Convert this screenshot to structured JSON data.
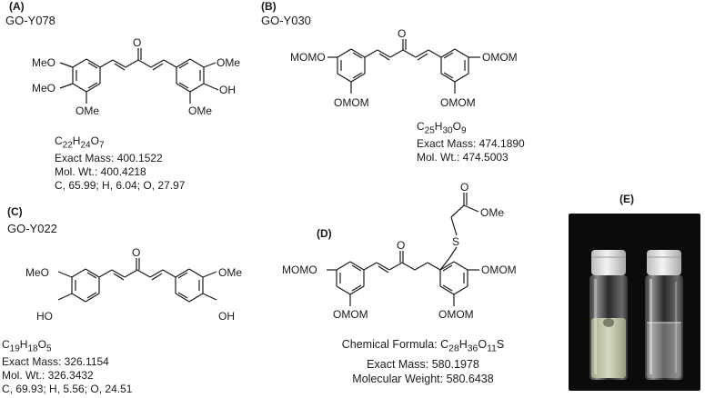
{
  "panel_a": {
    "label": "(A)",
    "compound": "GO-Y078",
    "substituents": {
      "ome_top_left": "MeO",
      "ome_mid_left": "MeO",
      "ome_bottom_left": "OMe",
      "ome_top_right": "OMe",
      "oh_right": "OH",
      "ome_bottom_right": "OMe",
      "carbonyl": "O"
    },
    "formula": {
      "prefix": "C",
      "c": "22",
      "h_sym": "H",
      "h": "24",
      "o_sym": "O",
      "o": "7"
    },
    "exact_mass": "Exact Mass: 400.1522",
    "mol_wt": "Mol. Wt.: 400.4218",
    "elemental": "C, 65.99; H, 6.04; O, 27.97"
  },
  "panel_b": {
    "label": "(B)",
    "compound": "GO-Y030",
    "substituents": {
      "momo_left": "MOMO",
      "omom_bottom_left": "OMOM",
      "omom_right": "OMOM",
      "omom_bottom_right": "OMOM",
      "carbonyl": "O"
    },
    "formula": {
      "prefix": "C",
      "c": "25",
      "h_sym": "H",
      "h": "30",
      "o_sym": "O",
      "o": "9"
    },
    "exact_mass": "Exact Mass: 474.1890",
    "mol_wt": "Mol. Wt.: 474.5003"
  },
  "panel_c": {
    "label": "(C)",
    "compound": "GO-Y022",
    "substituents": {
      "meo_left": "MeO",
      "ho_left": "HO",
      "ome_right": "OMe",
      "oh_right": "OH",
      "carbonyl": "O"
    },
    "formula": {
      "prefix": "C",
      "c": "19",
      "h_sym": "H",
      "h": "18",
      "o_sym": "O",
      "o": "5"
    },
    "exact_mass": "Exact Mass: 326.1154",
    "mol_wt": "Mol. Wt.: 326.3432",
    "elemental": "C, 69.93; H, 5.56; O, 24.51"
  },
  "panel_d": {
    "label": "(D)",
    "substituents": {
      "momo_left": "MOMO",
      "omom_bottom_left": "OMOM",
      "omom_right": "OMOM",
      "omom_bottom_right": "OMOM",
      "carbonyl": "O",
      "ester_o": "O",
      "ome": "OMe",
      "sulfur": "S"
    },
    "formula_label": "Chemical Formula: ",
    "formula": {
      "prefix": "C",
      "c": "28",
      "h_sym": "H",
      "h": "36",
      "o_sym": "O",
      "o": "11",
      "suffix": "S"
    },
    "exact_mass": "Exact Mass: 580.1978",
    "mol_wt": "Molecular Weight: 580.6438"
  },
  "panel_e": {
    "label": "(E)"
  },
  "colors": {
    "ink": "#1a1a1a",
    "photo_bg": "#0b0b0b",
    "cap": "#e6e6e6",
    "turbid": "#e8ecd0"
  }
}
